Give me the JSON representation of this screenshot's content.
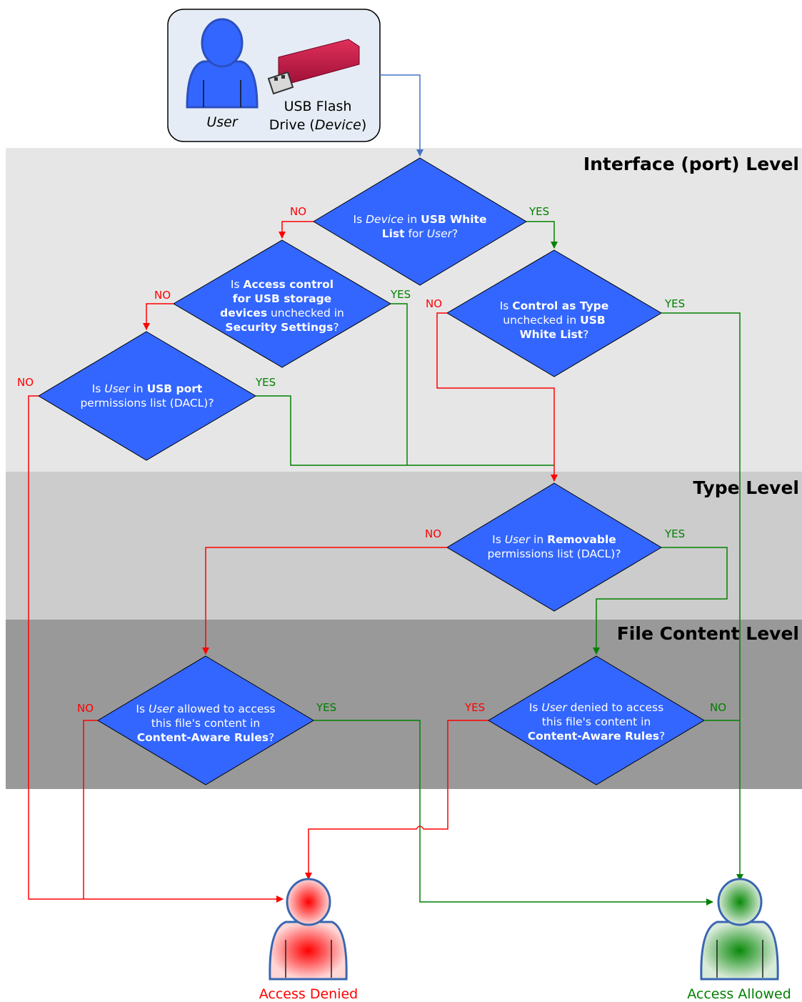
{
  "start": {
    "user_label": "User",
    "device_label_line1": "USB Flash",
    "device_label_line2_prefix": "Drive (",
    "device_label_line2_em": "Device",
    "device_label_line2_suffix": ")"
  },
  "levels": {
    "interface": "Interface (port) Level",
    "type": "Type Level",
    "file_content": "File Content Level"
  },
  "labels": {
    "no": "NO",
    "yes": "YES"
  },
  "q1": {
    "a": "Is ",
    "b": "Device",
    "c": " in ",
    "d": "USB White",
    "e": "List",
    "f": " for ",
    "g": "User",
    "h": "?"
  },
  "q2": {
    "a": "Is ",
    "b": "Access control",
    "c": "for USB storage",
    "d": "devices",
    "e": " unchecked in",
    "f": "Security Settings",
    "g": "?"
  },
  "q3": {
    "a": "Is ",
    "b": "Control as Type",
    "c": "unchecked in ",
    "d": "USB",
    "e": "White List",
    "f": "?"
  },
  "q4": {
    "a": "Is ",
    "b": "User",
    "c": " in ",
    "d": "USB port",
    "e": "permissions list (DACL)?"
  },
  "q5": {
    "a": "Is ",
    "b": "User",
    "c": " in ",
    "d": "Removable",
    "e": "permissions list (DACL)?"
  },
  "q6": {
    "a": "Is ",
    "b": "User",
    "c": " allowed to access",
    "d": "this file's content in",
    "e": "Content-Aware Rules",
    "f": "?"
  },
  "q7": {
    "a": "Is ",
    "b": "User",
    "c": " denied to access",
    "d": "this file's content in",
    "e": "Content-Aware Rules",
    "f": "?"
  },
  "outcomes": {
    "denied": "Access Denied",
    "allowed": "Access Allowed"
  },
  "colors": {
    "diamond": "#3366ff",
    "no_line": "#ff0000",
    "yes_line": "#008000",
    "entry_line": "#4472c4",
    "band_interface": "#e6e6e6",
    "band_type": "#cccccc",
    "band_file": "#999999",
    "denied_text": "#ff0000",
    "allowed_text": "#008000"
  }
}
